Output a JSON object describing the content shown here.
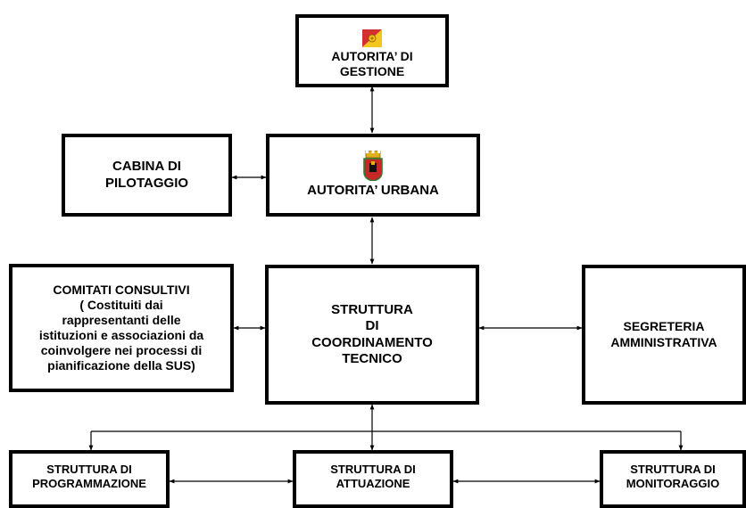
{
  "boxes": {
    "autorita_gestione": "AUTORITA’ DI\nGESTIONE",
    "autorita_urbana": "AUTORITA’ URBANA",
    "cabina_pilotaggio": "CABINA DI\nPILOTAGGIO",
    "comitati_consultivi": "COMITATI CONSULTIVI\n( Costituiti dai\nrappresentanti delle\nistituzioni e associazioni da\ncoinvolgere nei processi di\npianificazione della SUS)",
    "struttura_coordinamento": "STRUTTURA\nDI\nCOORDINAMENTO\nTECNICO",
    "segreteria_amministrativa": "SEGRETERIA\nAMMINISTRATIVA",
    "struttura_programmazione": "STRUTTURA DI\nPROGRAMMAZIONE",
    "struttura_attuazione": "STRUTTURA DI\nATTUAZIONE",
    "struttura_monitoraggio": "STRUTTURA DI\nMONITORAGGIO"
  },
  "colors": {
    "border": "#000000",
    "sicily_yellow": "#f4c51a",
    "sicily_red": "#d32f2f",
    "city_red": "#c62828",
    "city_gold": "#e0b020"
  }
}
